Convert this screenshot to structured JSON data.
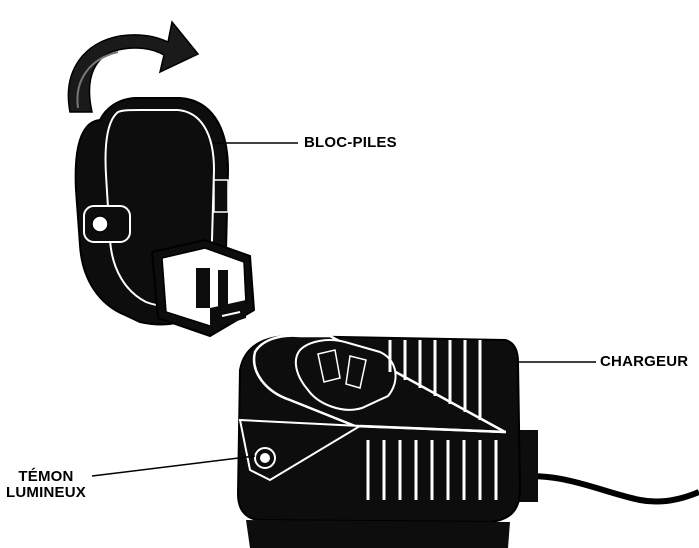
{
  "labels": {
    "battery_pack": "BLOC-PILES",
    "charger": "CHARGEUR",
    "indicator_light_line1": "TÉMON",
    "indicator_light_line2": "LUMINEUX"
  },
  "colors": {
    "ink": "#000000",
    "paper": "#ffffff",
    "body": "#0d0d0d",
    "highlight": "#ffffff"
  },
  "icons": {
    "rotate_arrow": "curved-arrow-icon"
  }
}
